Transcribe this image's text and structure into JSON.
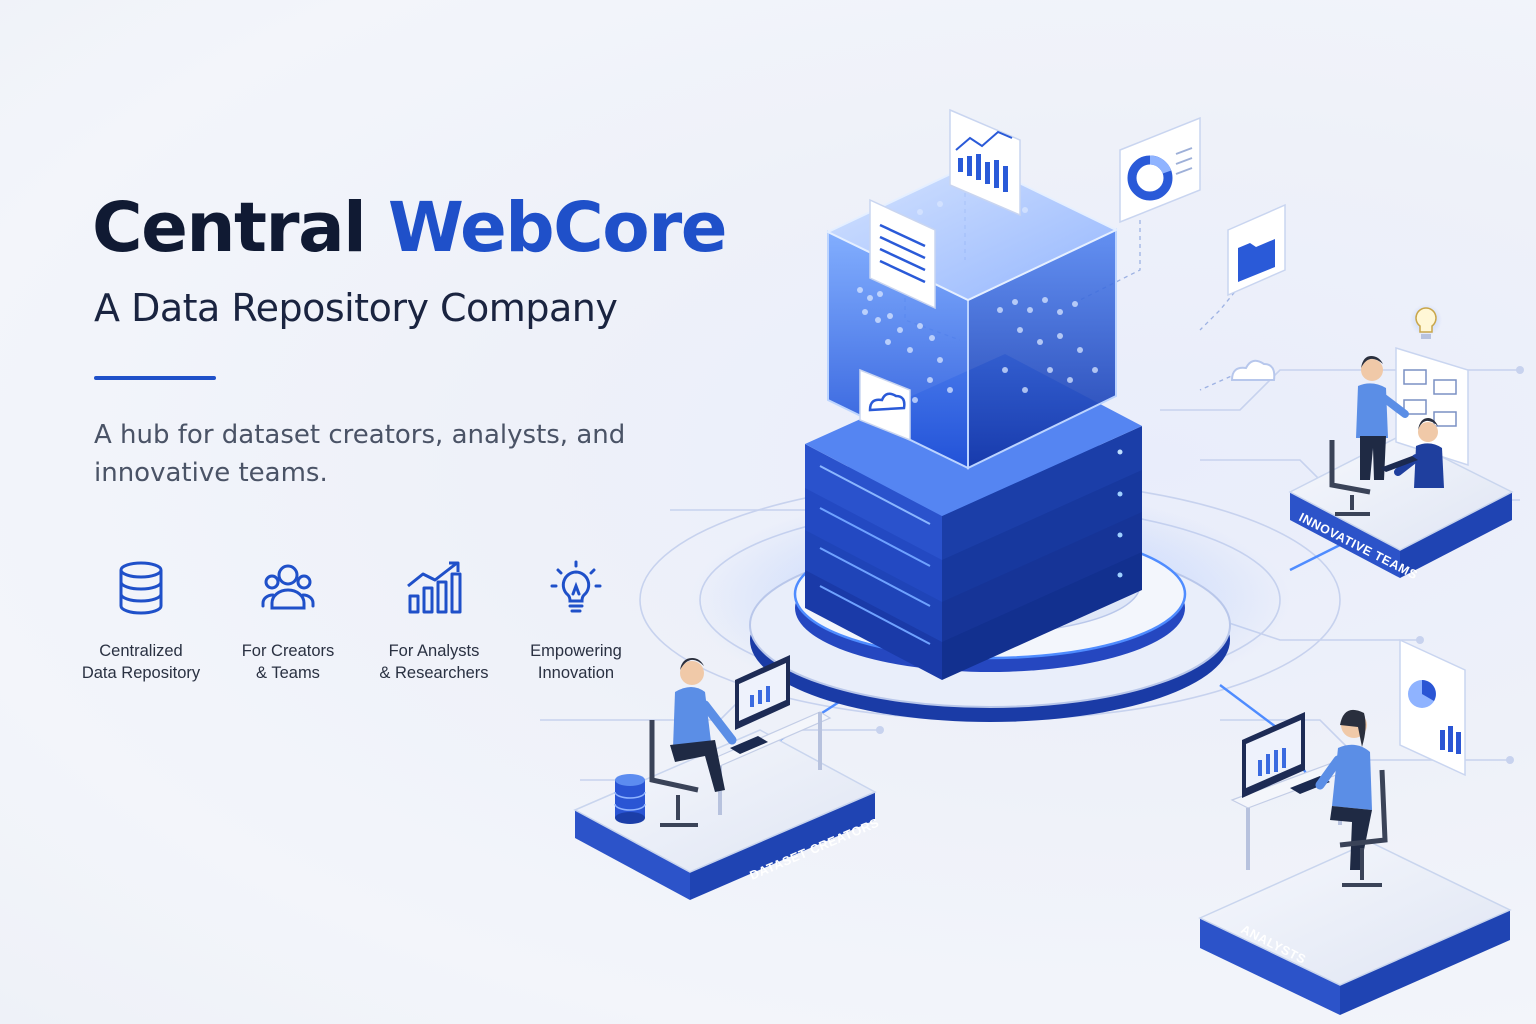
{
  "hero": {
    "title_main": "Central ",
    "title_accent": "WebCore",
    "subtitle": "A Data Repository Company",
    "tagline": "A hub for dataset creators, analysts, and innovative teams."
  },
  "features": [
    {
      "icon": "database-icon",
      "label": "Centralized\nData Repository"
    },
    {
      "icon": "users-icon",
      "label": "For Creators\n& Teams"
    },
    {
      "icon": "chart-icon",
      "label": "For Analysts\n& Researchers"
    },
    {
      "icon": "lightbulb-icon",
      "label": "Empowering\nInnovation"
    }
  ],
  "platforms": {
    "dataset_creators": "DATASET CREATORS",
    "analysts": "ANALYSTS",
    "innovative_teams": "INNOVATIVE TEAMS"
  },
  "colors": {
    "accent": "#1f50c9",
    "title": "#101a33",
    "background": "#eef1f8",
    "glow": "#4f8cff"
  }
}
